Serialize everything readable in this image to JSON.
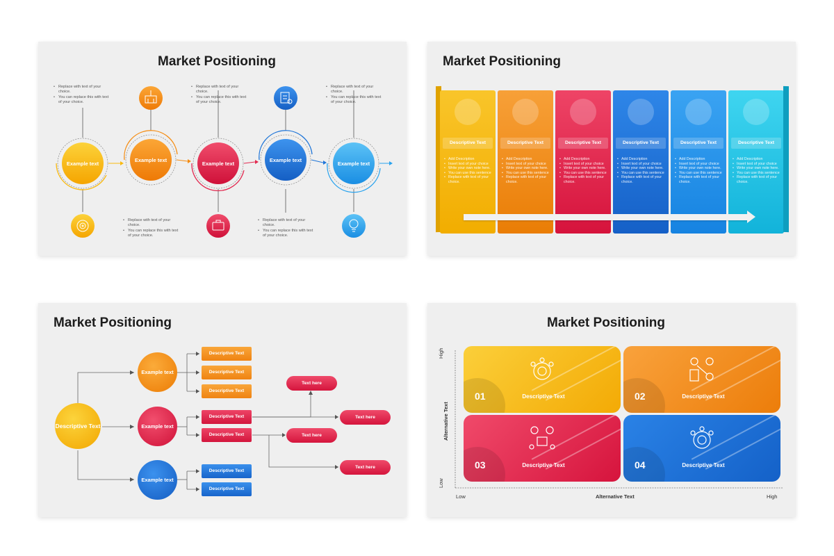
{
  "slide1": {
    "title": "Market Positioning",
    "circles": [
      {
        "label": "Example text",
        "color": "#f9b90f"
      },
      {
        "label": "Example text",
        "color": "#f58c12"
      },
      {
        "label": "Example text",
        "color": "#e2284f"
      },
      {
        "label": "Example text",
        "color": "#1f75d8"
      },
      {
        "label": "Example text",
        "color": "#2aa3ee"
      }
    ],
    "note_l1": "Replace with text of your choice.",
    "note_l2": "You can replace this with text of your choice."
  },
  "slide2": {
    "title": "Market Positioning",
    "columns": [
      {
        "label": "Descriptive Text",
        "color": "#f7bc18"
      },
      {
        "label": "Descriptive Text",
        "color": "#f18a1b"
      },
      {
        "label": "Descriptive Text",
        "color": "#e4244d"
      },
      {
        "label": "Descriptive Text",
        "color": "#1b71d8"
      },
      {
        "label": "Descriptive Text",
        "color": "#1e94ec"
      },
      {
        "label": "Descriptive Text",
        "color": "#1dc5e6"
      }
    ],
    "bullets": [
      "Add Description",
      "Insert text of your choice",
      "Write your own note here.",
      "You can use this sentence",
      "Replace with text of your choice."
    ]
  },
  "slide3": {
    "title": "Market Positioning",
    "root": "Descriptive Text",
    "nodes": [
      "Example text",
      "Example text",
      "Example text"
    ],
    "box_label": "Descriptive Text",
    "pill_label_a": "Text here",
    "pill_label_b": "Text here"
  },
  "slide4": {
    "title": "Market Positioning",
    "quadrants": [
      {
        "num": "01",
        "label": "Descriptive Text",
        "color": "#f8bb15"
      },
      {
        "num": "02",
        "label": "Descriptive Text",
        "color": "#f28917"
      },
      {
        "num": "03",
        "label": "Descriptive Text",
        "color": "#e22a4e"
      },
      {
        "num": "04",
        "label": "Descriptive Text",
        "color": "#1b6fd6"
      }
    ],
    "y_axis": "Alternative Text",
    "x_axis": "Alternative Text",
    "y_high": "High",
    "y_low": "Low",
    "x_low": "Low",
    "x_high": "High"
  }
}
